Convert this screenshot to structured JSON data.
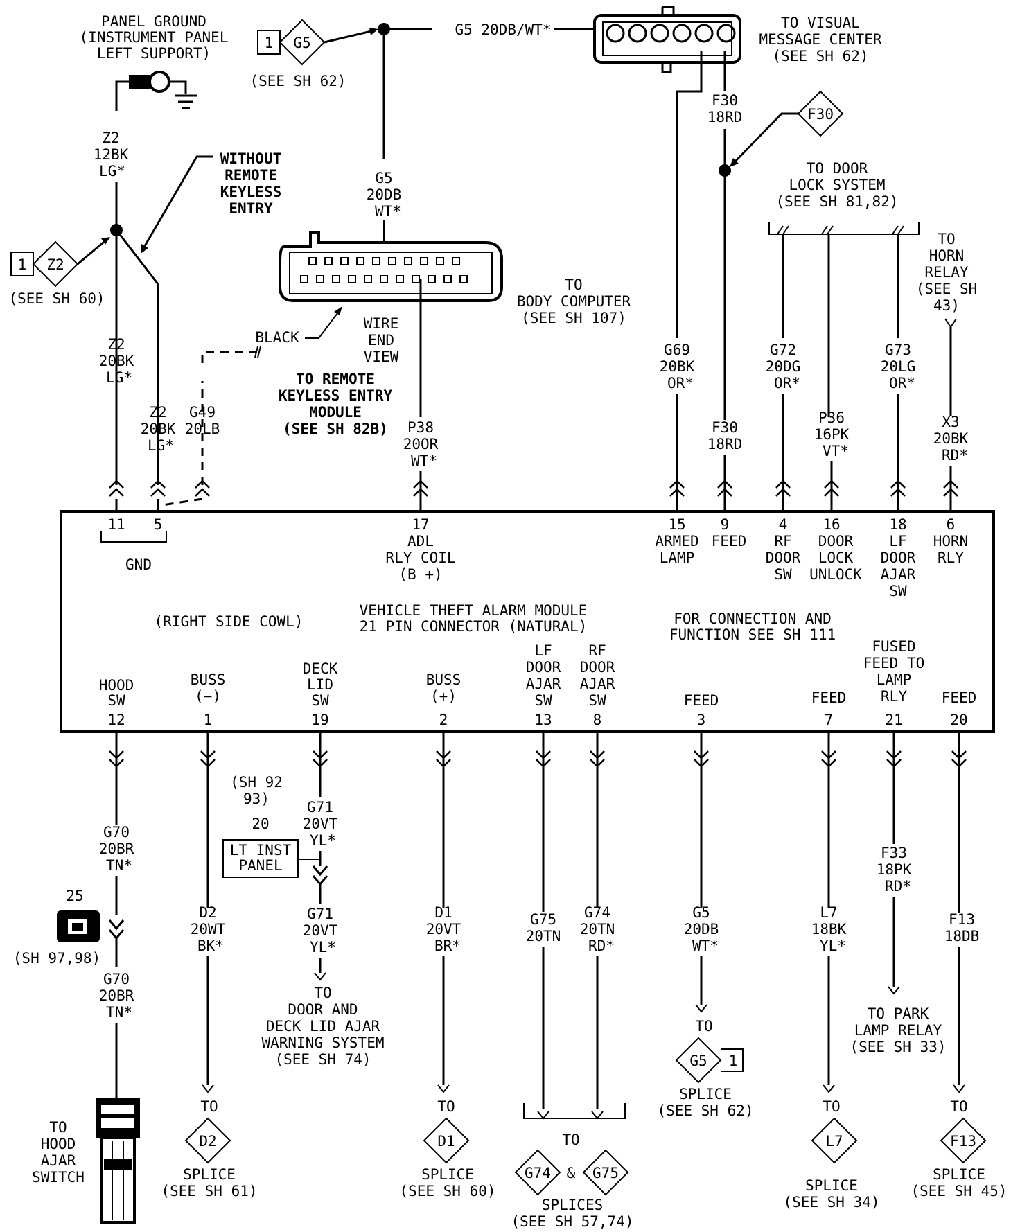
{
  "module": {
    "name_line1": "VEHICLE THEFT ALARM MODULE",
    "name_line2": "21 PIN CONNECTOR (NATURAL)",
    "location": "(RIGHT SIDE COWL)",
    "ref_line1": "FOR CONNECTION AND",
    "ref_line2": "FUNCTION SEE SH 111",
    "gnd_label": "GND"
  },
  "top_pins": [
    {
      "pin": "11",
      "label": []
    },
    {
      "pin": "5",
      "label": []
    },
    {
      "pin": "17",
      "label": [
        "ADL",
        "RLY COIL",
        "(B +)"
      ]
    },
    {
      "pin": "15",
      "label": [
        "ARMED",
        "LAMP"
      ]
    },
    {
      "pin": "9",
      "label": [
        "FEED"
      ]
    },
    {
      "pin": "4",
      "label": [
        "RF",
        "DOOR",
        "SW"
      ]
    },
    {
      "pin": "16",
      "label": [
        "DOOR",
        "LOCK",
        "UNLOCK"
      ]
    },
    {
      "pin": "18",
      "label": [
        "LF",
        "DOOR",
        "AJAR",
        "SW"
      ]
    },
    {
      "pin": "6",
      "label": [
        "HORN",
        "RLY"
      ]
    }
  ],
  "bottom_pins": [
    {
      "pin": "12",
      "label": [
        "HOOD",
        "SW"
      ]
    },
    {
      "pin": "1",
      "label": [
        "BUSS",
        "(−)"
      ]
    },
    {
      "pin": "19",
      "label": [
        "DECK",
        "LID",
        "SW"
      ]
    },
    {
      "pin": "2",
      "label": [
        "BUSS",
        "(+)"
      ]
    },
    {
      "pin": "13",
      "label": [
        "LF",
        "DOOR",
        "AJAR",
        "SW"
      ]
    },
    {
      "pin": "8",
      "label": [
        "RF",
        "DOOR",
        "AJAR",
        "SW"
      ]
    },
    {
      "pin": "3",
      "label": [
        "FEED"
      ]
    },
    {
      "pin": "7",
      "label": [
        "FEED"
      ]
    },
    {
      "pin": "21",
      "label": [
        "FUSED",
        "FEED TO",
        "LAMP",
        "RLY"
      ]
    },
    {
      "pin": "20",
      "label": [
        "FEED"
      ]
    }
  ],
  "top_wires": [
    {
      "circuit": [
        "Z2",
        "20BK",
        "LG*"
      ]
    },
    {
      "circuit": [
        "Z2",
        "20BK",
        "LG*"
      ]
    },
    {
      "circuit": [
        "G49",
        "20LB"
      ]
    },
    {
      "circuit": [
        "P38",
        "20OR",
        "WT*"
      ]
    },
    {
      "circuit": [
        "G69",
        "20BK",
        "OR*"
      ]
    },
    {
      "circuit": [
        "F30",
        "18RD"
      ]
    },
    {
      "circuit": [
        "G72",
        "20DG",
        "OR*"
      ]
    },
    {
      "circuit": [
        "P36",
        "16PK",
        "VT*"
      ]
    },
    {
      "circuit": [
        "G73",
        "20LG",
        "OR*"
      ]
    },
    {
      "circuit": [
        "X3",
        "20BK",
        "RD*"
      ]
    }
  ],
  "upper_wires": [
    {
      "circuit": [
        "Z2",
        "12BK",
        "LG*"
      ]
    },
    {
      "circuit": [
        "G5",
        "20DB",
        "WT*"
      ]
    },
    {
      "circuit": [
        "F30",
        "18RD"
      ]
    }
  ],
  "g5_line_label": "G5 20DB/WT*",
  "panel_ground": [
    "PANEL GROUND",
    "(INSTRUMENT PANEL",
    "LEFT SUPPORT)"
  ],
  "without_rke": [
    "WITHOUT",
    "REMOTE",
    "KEYLESS",
    "ENTRY"
  ],
  "to_rke": [
    "TO REMOTE",
    "KEYLESS ENTRY",
    "MODULE",
    "(SEE SH 82B)"
  ],
  "vmc": [
    "TO VISUAL",
    "MESSAGE CENTER",
    "(SEE SH 62)"
  ],
  "body_computer": [
    "TO",
    "BODY COMPUTER",
    "(SEE SH 107)"
  ],
  "wire_end_view": [
    "WIRE",
    "END",
    "VIEW"
  ],
  "black_label": "BLACK",
  "door_lock": [
    "TO DOOR",
    "LOCK SYSTEM",
    "(SEE SH 81,82)"
  ],
  "horn_relay": [
    "TO",
    "HORN",
    "RELAY",
    "(SEE SH",
    "43)"
  ],
  "diamonds": {
    "z2_top": "Z2",
    "z2_sheet": "1",
    "z2_see": "(SEE SH 60)",
    "g5_top": "G5",
    "g5_sheet": "1",
    "g5_see": "(SEE SH 62)",
    "f30": "F30"
  },
  "bottom_wires": {
    "g70_a": [
      "G70",
      "20BR",
      "TN*"
    ],
    "g70_b": [
      "G70",
      "20BR",
      "TN*"
    ],
    "d2": [
      "D2",
      "20WT",
      "BK*"
    ],
    "g71_a": [
      "G71",
      "20VT",
      "YL*"
    ],
    "g71_b": [
      "G71",
      "20VT",
      "YL*"
    ],
    "d1": [
      "D1",
      "20VT",
      "BR*"
    ],
    "g75": [
      "G75",
      "20TN"
    ],
    "g74": [
      "G74",
      "20TN",
      "RD*"
    ],
    "g5": [
      "G5",
      "20DB",
      "WT*"
    ],
    "l7": [
      "L7",
      "18BK",
      "YL*"
    ],
    "f33": [
      "F33",
      "18PK",
      "RD*"
    ],
    "f13": [
      "F13",
      "18DB"
    ]
  },
  "connector25": {
    "number": "25",
    "ref": "(SH 97,98)"
  },
  "hood_switch": [
    "TO",
    "HOOD",
    "AJAR",
    "SWITCH"
  ],
  "sh92": [
    "(SH 92",
    "93)"
  ],
  "lt_inst": {
    "pin": "20",
    "label": [
      "LT INST",
      "PANEL"
    ]
  },
  "door_deck": [
    "TO",
    "DOOR AND",
    "DECK LID AJAR",
    "WARNING SYSTEM",
    "(SEE SH 74)"
  ],
  "park_lamp": [
    "TO PARK",
    "LAMP RELAY",
    "(SEE SH 33)"
  ],
  "splices": {
    "to": "TO",
    "splice": "SPLICE",
    "splices": "SPLICES",
    "amp": "&",
    "d2": {
      "id": "D2",
      "see": "(SEE SH 61)"
    },
    "d1": {
      "id": "D1",
      "see": "(SEE SH 60)"
    },
    "g74": "G74",
    "g75": "G75",
    "g74_see": "(SEE SH 57,74)",
    "g5": {
      "id": "G5",
      "sheet": "1",
      "see": "(SEE SH 62)"
    },
    "l7": {
      "id": "L7",
      "see": "(SEE SH 34)"
    },
    "f13": {
      "id": "F13",
      "see": "(SEE SH 45)"
    }
  }
}
